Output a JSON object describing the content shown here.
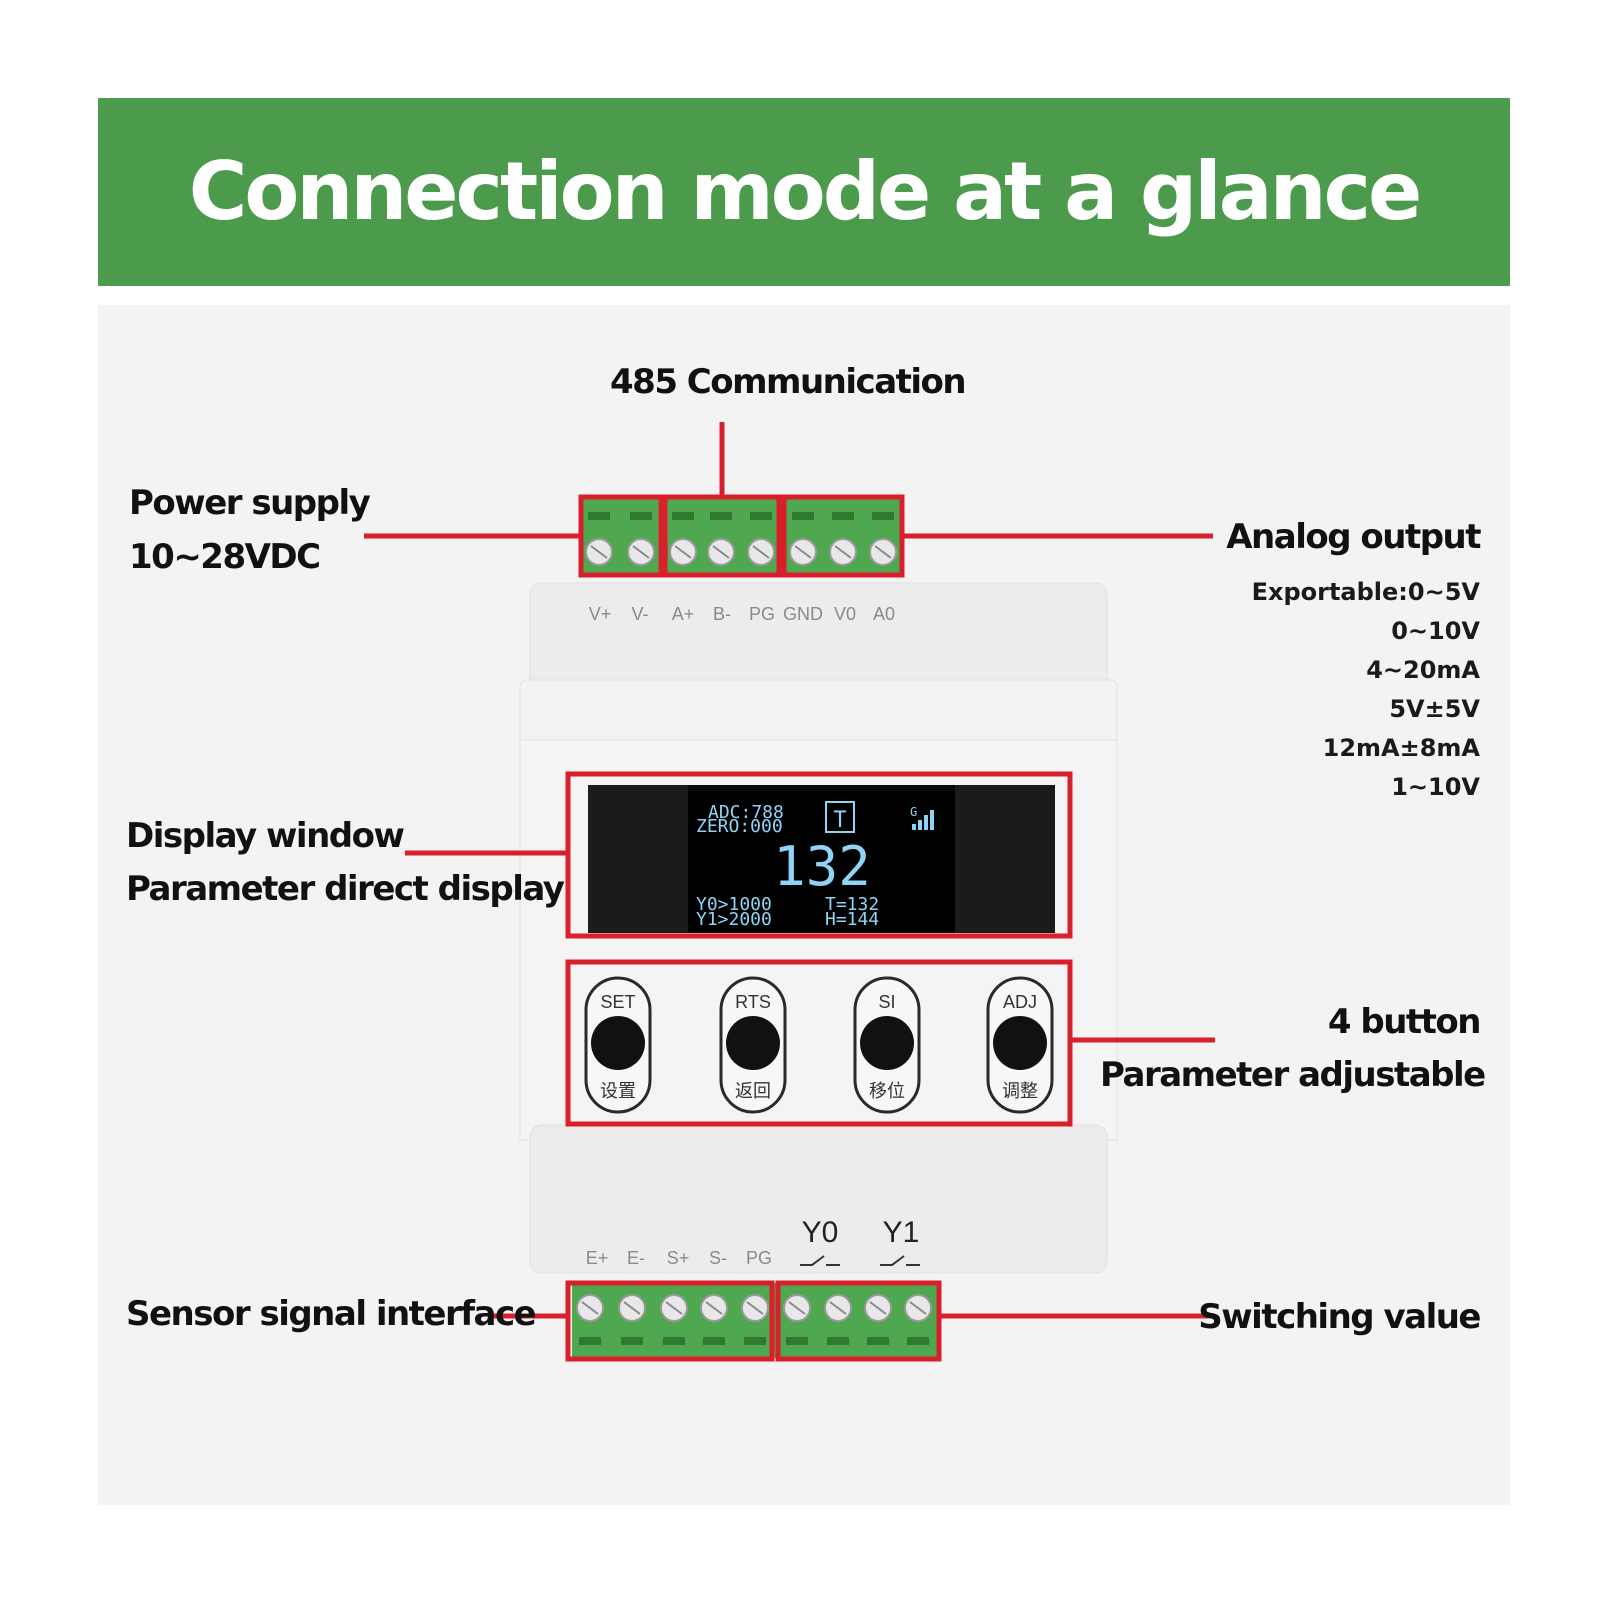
{
  "title": "Connection mode at a glance",
  "callouts": {
    "communication": "485 Communication",
    "power_line1": "Power supply",
    "power_line2": "10~28VDC",
    "analog_title": "Analog output",
    "analog_options": [
      "Exportable:0~5V",
      "0~10V",
      "4~20mA",
      "5V±5V",
      "12mA±8mA",
      "1~10V"
    ],
    "display_line1": "Display window",
    "display_line2": "Parameter direct display",
    "buttons_line1": "4 button",
    "buttons_line2": "Parameter adjustable",
    "sensor": "Sensor signal interface",
    "switching": "Switching value"
  },
  "top_terminals": [
    "V+",
    "V-",
    "A+",
    "B-",
    "PG",
    "GND",
    "V0",
    "A0"
  ],
  "bottom_terminals": [
    "E+",
    "E-",
    "S+",
    "S-",
    "PG"
  ],
  "relay_labels": [
    "Y0",
    "Y1"
  ],
  "screen": {
    "adc": "ADC:788",
    "zero": "ZERO:000",
    "mode_icon": "T",
    "signal_label": "G",
    "main_value": "132",
    "y0": "Y0>1000",
    "y1": "Y1>2000",
    "t_value": "T=132",
    "h_value": "H=144"
  },
  "buttons": [
    {
      "top": "SET",
      "bottom": "设置"
    },
    {
      "top": "RTS",
      "bottom": "返回"
    },
    {
      "top": "SI",
      "bottom": "移位"
    },
    {
      "top": "ADJ",
      "bottom": "调整"
    }
  ],
  "colors": {
    "banner": "#4c9a4c",
    "callout_red": "#d8202c",
    "terminal_green": "#4fa84f",
    "housing": "#f0f0f0",
    "lcd_text": "#8fd3f5"
  }
}
